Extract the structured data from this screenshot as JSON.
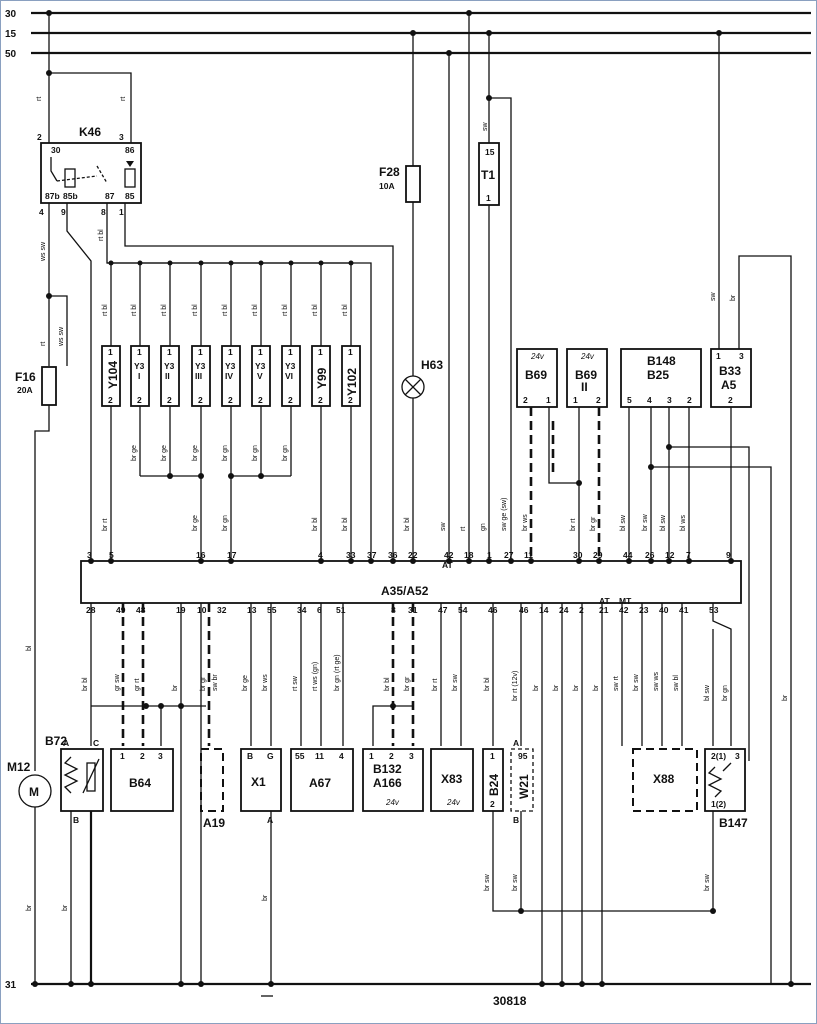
{
  "rails": {
    "r30": "30",
    "r15": "15",
    "r50": "50",
    "r31": "31"
  },
  "drawing_number": "30818",
  "components": {
    "K46": "K46",
    "F28": "F28",
    "F28_rating": "10A",
    "T1": "T1",
    "F16": "F16",
    "F16_rating": "20A",
    "H63": "H63",
    "Y104": "Y104",
    "Y3": "Y3",
    "Y99": "Y99",
    "Y102": "Y102",
    "Y3_suffixes": [
      "I",
      "II",
      "III",
      "IV",
      "V",
      "VI"
    ],
    "B69": "B69",
    "B69_II": "II",
    "B69_voltage": "24v",
    "B148": "B148",
    "B25": "B25",
    "B33": "B33",
    "A5": "A5",
    "A35": "A35/A52",
    "AT": "AT",
    "MT": "MT",
    "M12": "M12",
    "M": "M",
    "B72": "B72",
    "B64": "B64",
    "A19": "A19",
    "X1": "X1",
    "A67": "A67",
    "B132": "B132",
    "A166": "A166",
    "X83": "X83",
    "B24": "B24",
    "W21": "W21",
    "X88": "X88",
    "B147": "B147",
    "v24": "24v"
  },
  "wire_colors": {
    "rt": "rt",
    "ws_sw": "ws sw",
    "sw": "sw",
    "br": "br",
    "bl": "bl",
    "rt_bl": "rt bl",
    "br_ge": "br ge",
    "br_gn": "br gn",
    "br_bl": "br bl",
    "br_rt": "br rt",
    "br_sw": "br sw",
    "sw_ge": "sw ge (sw)",
    "gn": "gn",
    "br_ws": "br ws",
    "bl_sw": "bl sw",
    "bl_ws": "bl ws",
    "br_gr": "br gr",
    "gr_sw": "gr sw",
    "gr_rt": "gr rt",
    "sw_br": "sw br",
    "rt_sw": "rt sw",
    "rt_ws": "rt ws (gn)",
    "br_gn2": "br gn (rt ge)",
    "br_rt12": "br rt (12v)",
    "sw_ws": "sw ws",
    "sw_bl": "sw bl",
    "sw_rt": "sw rt",
    "br_gn3": "br gn"
  }
}
